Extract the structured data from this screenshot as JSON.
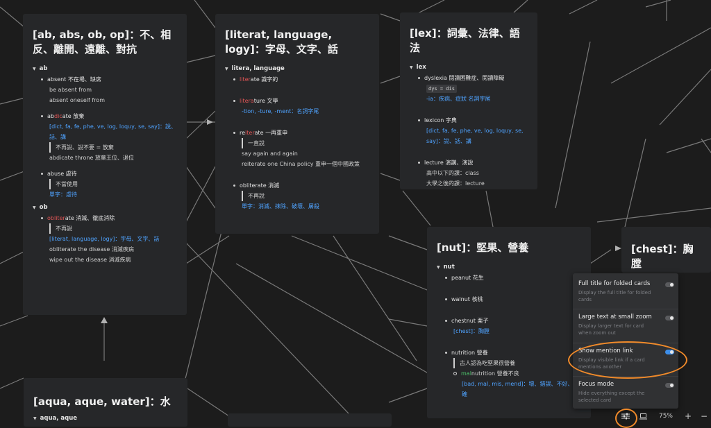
{
  "cards": {
    "ab": {
      "title": "[ab, abs, ob, op]：不、相反、離開、遠離、對抗",
      "root1": "ab",
      "absent": "absent 不在場、缺席",
      "be_absent": "be absent from",
      "absent_oneself": "absent oneself from",
      "abdicate_pre": "ab",
      "abdicate_mid": "dic",
      "abdicate_post": "ate 放棄",
      "abdicate_link": "[dict, fa, fe, phe, ve, log, loquy, se, say]：說、話、講",
      "abdicate_quote": "不再說、說不要 = 放棄",
      "abdicate_throne": "abdicate throne 放棄王位、退位",
      "abuse": "abuse 虐待",
      "abuse_quote": "不當使用",
      "abuse_link": "單字：虐待",
      "root2": "ob",
      "obliterate_pre": "ob",
      "obliterate_mid": "liter",
      "obliterate_post": "ate 消滅、徹底消除",
      "obliterate_quote": "不再說",
      "obliterate_link": "[literat, language, logy]：字母、文字、話",
      "obliterate_disease": "obliterate the disease 消滅疾病",
      "wipe_out": "wipe out the disease 消滅疾病"
    },
    "literat": {
      "title": "[literat, language, logy]：字母、文字、話",
      "root": "litera, language",
      "literate_mid": "liter",
      "literate_post": "ate 識字的",
      "literature_mid": "litera",
      "literature_post": "ture 文學",
      "literature_link": "-tion, -ture, -ment：名詞字尾",
      "reiterate_pre": "re",
      "reiterate_mid": "iter",
      "reiterate_post": "ate 一再重申",
      "reiterate_quote": "一直說",
      "say_again": "say again and again",
      "reiterate_china": "reiterate one China policy 重申一個中國政策",
      "obliterate": "obliterate 消滅",
      "obliterate_quote": "不再說",
      "obliterate_link": "單字：消滅、抹除、破壞、屠殺"
    },
    "lex": {
      "title": "[lex]：詞彙、法律、語法",
      "root": "lex",
      "dyslexia": "dyslexia 閱讀困難症、閱讀障礙",
      "dys_code": "dys = dis",
      "dyslexia_link": "-ia：疾病、症狀 名詞字尾",
      "lexicon": "lexicon 字典",
      "lexicon_link": "[dict, fa, fe, phe, ve, log, loquy, se, say]：說、話、講",
      "lecture": "lecture 演講、演說",
      "high_school": "高中以下的課：class",
      "university": "大學之後的課：lecture"
    },
    "nut": {
      "title": "[nut]：堅果、營養",
      "root": "nut",
      "peanut": "peanut 花生",
      "walnut": "walnut 核桃",
      "chestnut": "chestnut 栗子",
      "chestnut_link": "[chest]：胸膛",
      "nutrition": "nutrition 營養",
      "nutrition_quote": "古人認為吃堅果很營養",
      "malnutrition_pre": "mal",
      "malnutrition_post": "nutrition 營養不良",
      "malnutrition_link": "[bad, mal, mis, mend]：壞、錯誤、不好、正確"
    },
    "chest": {
      "title": "[chest]：胸膛"
    },
    "aqua": {
      "title": "[aqua, aque, water]：水",
      "root": "aqua, aque"
    }
  },
  "settings": [
    {
      "title": "Full title for folded cards",
      "desc": "Display the full title for folded cards",
      "on": false
    },
    {
      "title": "Large text at small zoom",
      "desc": "Display larger text for card when zoom out",
      "on": false
    },
    {
      "title": "Show mention link",
      "desc": "Display visible link if a card mentions another",
      "on": true
    },
    {
      "title": "Focus mode",
      "desc": "Hide everything except the selected card",
      "on": false
    }
  ],
  "toolbar": {
    "zoom": "75%",
    "plus": "+",
    "minus": "−"
  },
  "colors": {
    "link": "#4fa3ff",
    "highlight": "#f08a2a",
    "toggle_on": "#3d8ee9"
  }
}
